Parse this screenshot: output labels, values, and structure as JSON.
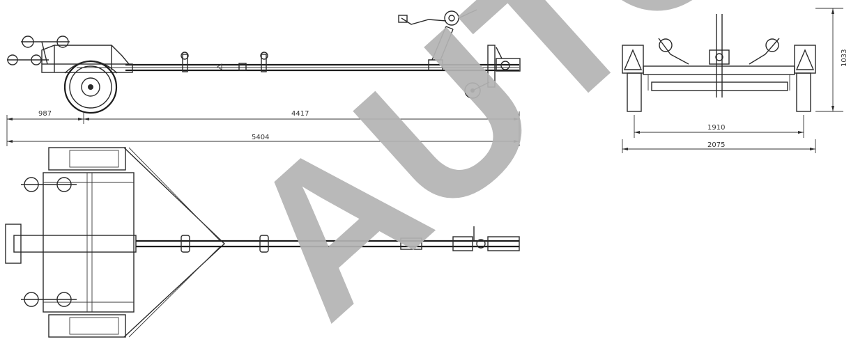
{
  "dimensions": {
    "side_front_overhang": "987",
    "side_wheel_to_hitch": "4417",
    "side_overall_length": "5404",
    "end_track_width": "1910",
    "end_overall_width": "2075",
    "end_height": "1033"
  },
  "watermark": {
    "text": "AUTO R"
  },
  "colors": {
    "line": "#2a2a2a",
    "watermark": "#b4b4b4",
    "background": "#ffffff"
  }
}
